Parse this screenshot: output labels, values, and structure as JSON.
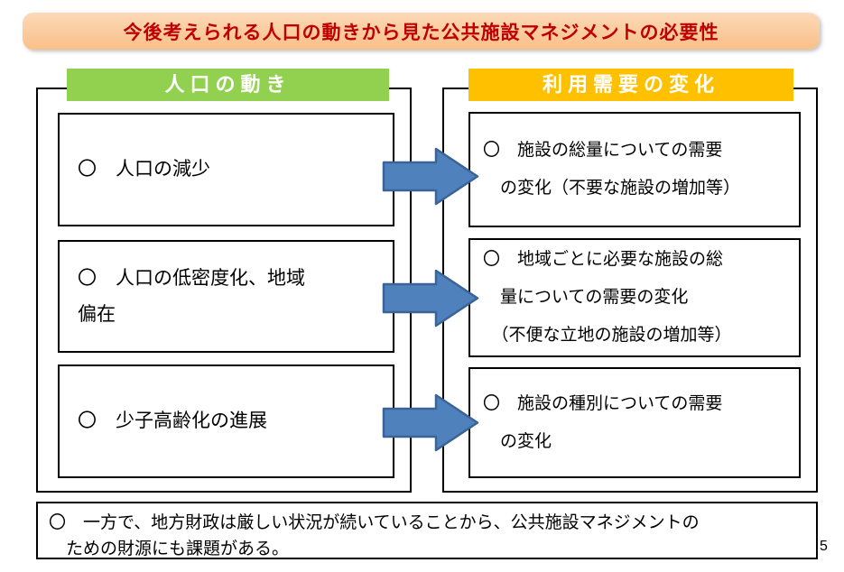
{
  "title": {
    "text": "今後考えられる人口の動きから見た公共施設マネジメントの必要性"
  },
  "left_column": {
    "header": "人口の動き",
    "items": [
      {
        "text": "〇　人口の減少"
      },
      {
        "text": "〇　人口の低密度化、地域\n 偏在"
      },
      {
        "text": "〇　少子高齢化の進展"
      }
    ]
  },
  "right_column": {
    "header": "利用需要の変化",
    "items": [
      {
        "text": "〇　施設の総量についての需要\n　の変化（不要な施設の増加等）"
      },
      {
        "text": "〇　地域ごとに必要な施設の総\n　量についての需要の変化\n　（不便な立地の施設の増加等）"
      },
      {
        "text": "〇　施設の種別についての需要\n　の変化"
      }
    ]
  },
  "footer": {
    "note": "〇　一方で、地方財政は厳しい状況が続いていることから、公共施設マネジメントの\n　ための財源にも課題がある。"
  },
  "page_number": "5",
  "colors": {
    "title_background": "#FAC090",
    "title_text": "#C00000",
    "left_header_background": "#92D050",
    "right_header_background": "#FFC000",
    "header_text": "#FFFFFF",
    "arrow_fill": "#4F81BD",
    "arrow_outline": "#3B6496",
    "box_border": "#000000"
  }
}
